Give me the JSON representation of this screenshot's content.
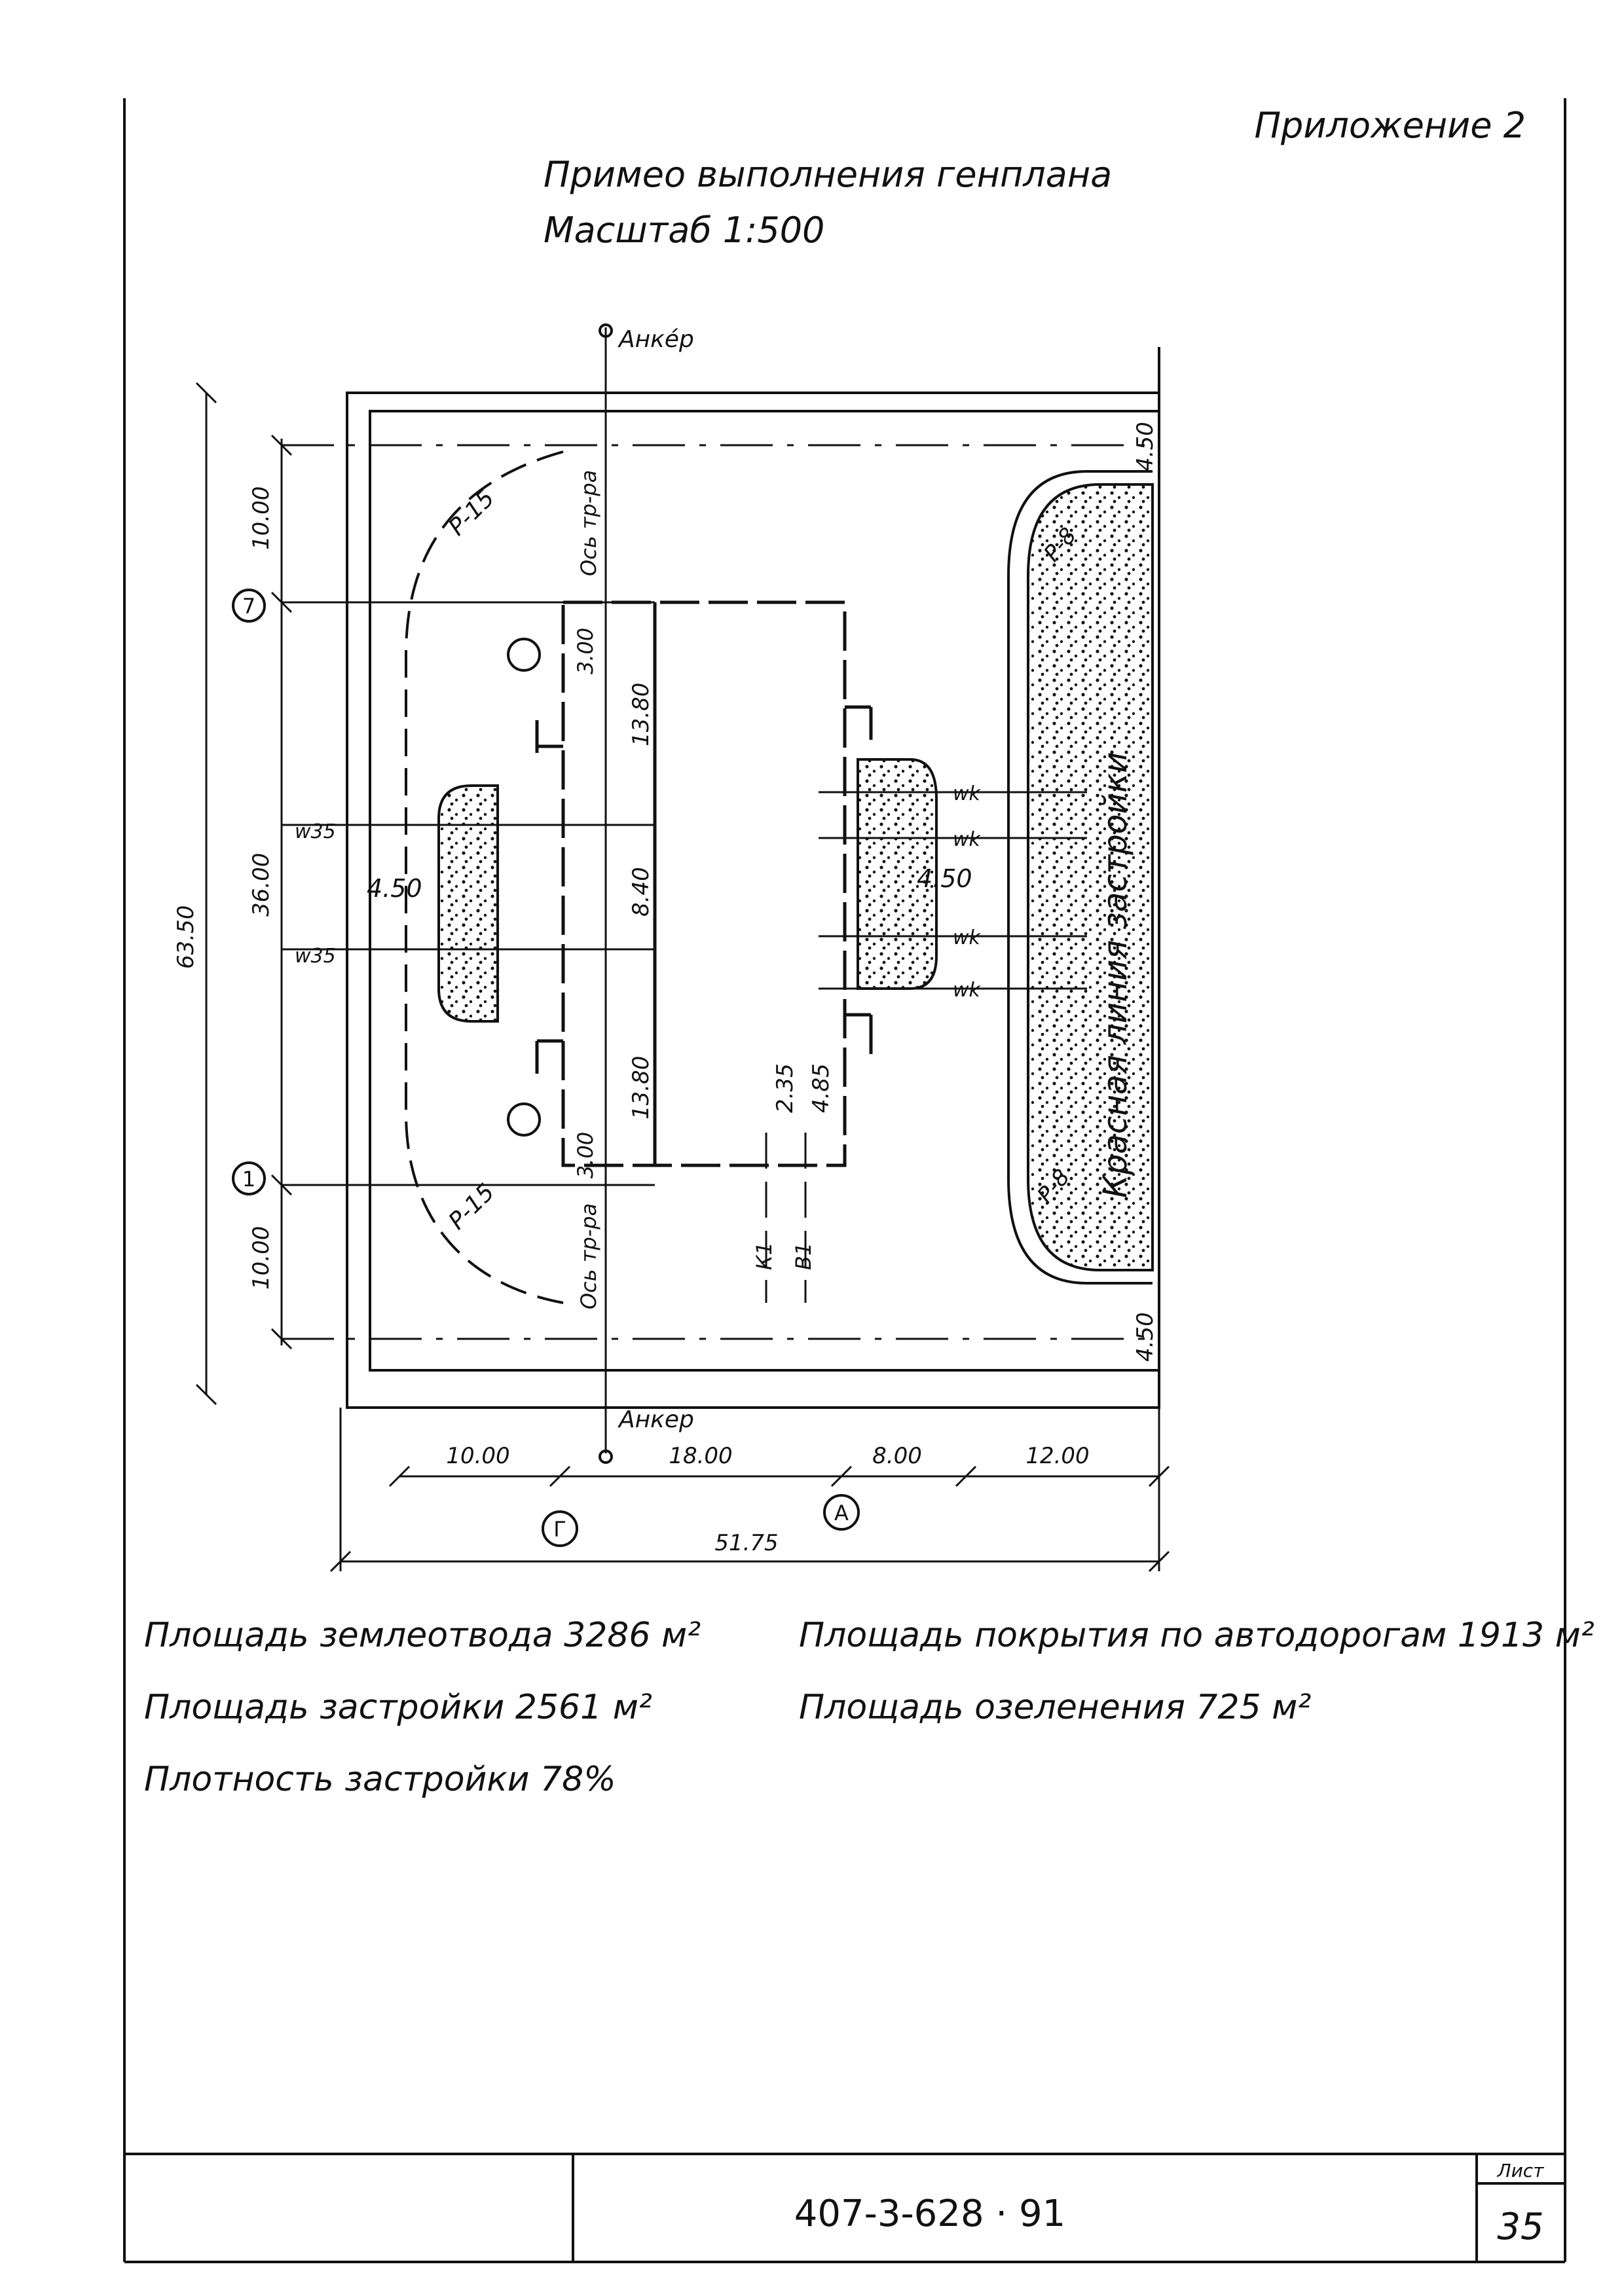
{
  "header": {
    "appendix": "Приложение 2",
    "title": "Примео выполнения генплана",
    "scale": "Масштаб 1:500"
  },
  "plan": {
    "anchor_top": "Анкéр",
    "anchor_bottom": "Анкер",
    "axis_top": "Ось тр-ра",
    "axis_bottom": "Ось тр-ра",
    "red_line": "Красная линия застройки",
    "radius_left_top": "Р-15",
    "radius_left_bottom": "Р-15",
    "radius_right_top": "Р-8",
    "radius_right_bottom": "Р-8",
    "grid_7": "7",
    "grid_1": "1",
    "grid_G": "Г",
    "grid_A": "А",
    "w35_top": "w35",
    "w35_bottom": "w35",
    "wk": [
      "wk",
      "wk",
      "wk",
      "wk"
    ],
    "k1": "К1",
    "b1": "В1",
    "dims": {
      "total_height": "63.50",
      "top_10": "10.00",
      "mid_36": "36.00",
      "bot_10": "10.00",
      "top_450": "4.50",
      "bot_450": "4.50",
      "d300_top": "3.00",
      "d300_bot": "3.00",
      "d1380_top": "13.80",
      "d1380_bot": "13.80",
      "d840": "8.40",
      "d450_left": "4.50",
      "d450_right": "4.50",
      "d235": "2.35",
      "d485": "4.85",
      "bottom_10": "10.00",
      "bottom_18": "18.00",
      "bottom_8": "8.00",
      "bottom_12": "12.00",
      "total_width": "51.75"
    }
  },
  "areas": {
    "left": [
      "Площадь землеотвода  3286 м²",
      "Площадь застройки    2561 м²",
      "Плотность застройки 78%"
    ],
    "right": [
      "Площадь покрытия по автодорогам 1913 м²",
      "Площадь озеленения  725 м²"
    ]
  },
  "stamp": {
    "code": "407-3-628 · 91",
    "sheet_label": "Лист",
    "sheet_number": "35"
  }
}
